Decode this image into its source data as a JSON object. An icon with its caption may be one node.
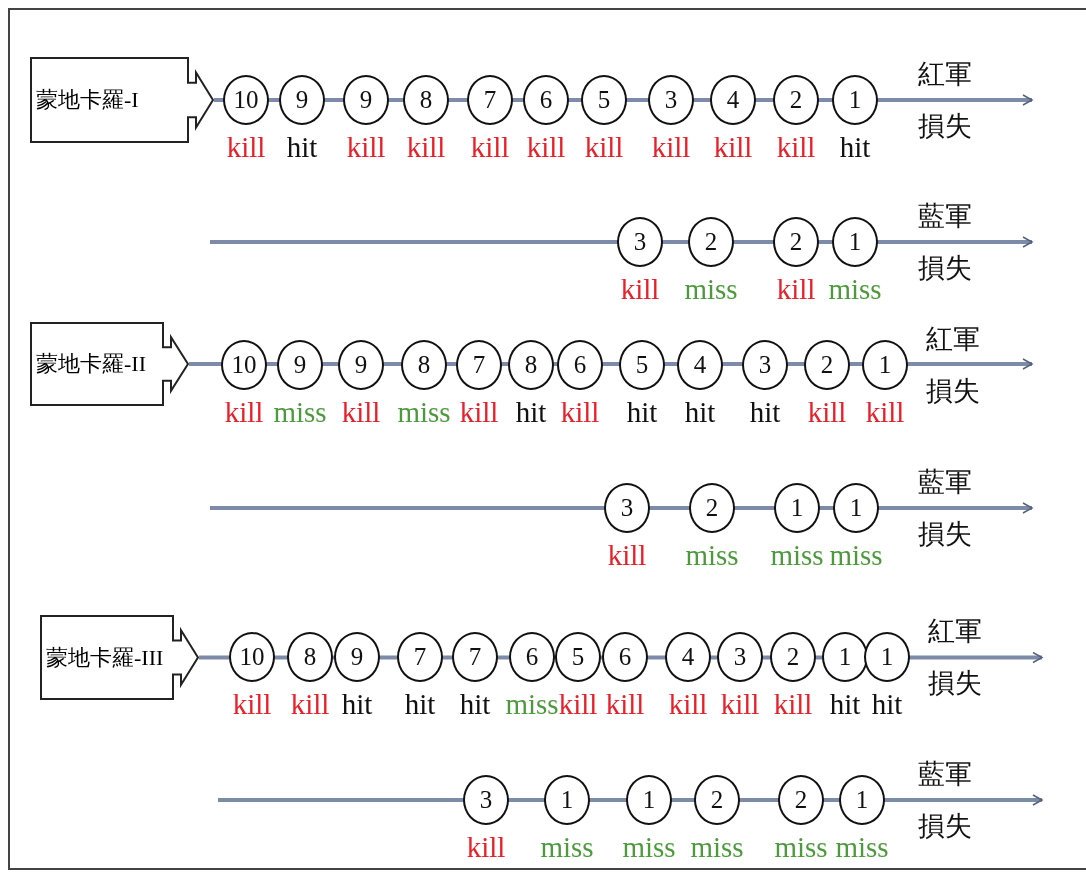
{
  "diagram": {
    "nodes": [
      {
        "text": [
          "蒙地卡羅-I"
        ]
      },
      {
        "text": [
          "10"
        ],
        "beside": [
          "kill"
        ]
      },
      {
        "text": [
          "9"
        ],
        "beside": [
          "hit"
        ]
      },
      {
        "text": [
          "9"
        ],
        "beside": [
          "kill"
        ]
      },
      {
        "text": [
          "8"
        ],
        "beside": [
          "kill"
        ]
      },
      {
        "text": [
          "7"
        ],
        "beside": [
          "kill"
        ]
      },
      {
        "text": [
          "6"
        ],
        "beside": [
          "kill"
        ]
      },
      {
        "text": [
          "5"
        ],
        "beside": [
          "kill"
        ]
      },
      {
        "text": [
          "3"
        ],
        "beside": [
          "kill"
        ]
      },
      {
        "text": [
          "4"
        ],
        "beside": [
          "kill"
        ]
      },
      {
        "text": [
          "2"
        ],
        "beside": [
          "kill"
        ]
      },
      {
        "text": [
          "1"
        ],
        "beside": [
          "hit"
        ]
      },
      {
        "text": [
          "3"
        ],
        "beside": [
          "kill"
        ]
      },
      {
        "text": [
          "2"
        ],
        "beside": [
          "miss"
        ]
      },
      {
        "text": [
          "2"
        ],
        "beside": [
          "kill"
        ]
      },
      {
        "text": [
          "1"
        ],
        "beside": [
          "miss"
        ]
      },
      {
        "text": [
          "蒙地卡羅-II"
        ]
      },
      {
        "text": [
          "10"
        ],
        "beside": [
          "kill"
        ]
      },
      {
        "text": [
          "9"
        ],
        "beside": [
          "miss"
        ]
      },
      {
        "text": [
          "9"
        ],
        "beside": [
          "kill"
        ]
      },
      {
        "text": [
          "8"
        ],
        "beside": [
          "miss"
        ]
      },
      {
        "text": [
          "7"
        ],
        "beside": [
          "kill"
        ]
      },
      {
        "text": [
          "8"
        ],
        "beside": [
          "hit"
        ]
      },
      {
        "text": [
          "6"
        ],
        "beside": [
          "kill"
        ]
      },
      {
        "text": [
          "5"
        ],
        "beside": [
          "hit"
        ]
      },
      {
        "text": [
          "4"
        ],
        "beside": [
          "hit"
        ]
      },
      {
        "text": [
          "3"
        ],
        "beside": [
          "hit"
        ]
      },
      {
        "text": [
          "2"
        ],
        "beside": [
          "kill"
        ]
      },
      {
        "text": [
          "1"
        ],
        "beside": [
          "kill"
        ]
      },
      {
        "text": [
          "3"
        ],
        "beside": [
          "kill"
        ]
      },
      {
        "text": [
          "2"
        ],
        "beside": [
          "miss"
        ]
      },
      {
        "text": [
          "1"
        ],
        "beside": [
          "miss"
        ]
      },
      {
        "text": [
          "1"
        ],
        "beside": [
          "miss"
        ]
      },
      {
        "text": [
          "蒙地卡羅-III"
        ]
      },
      {
        "text": [
          "10"
        ],
        "beside": [
          "kill"
        ]
      },
      {
        "text": [
          "8"
        ],
        "beside": [
          "kill"
        ]
      },
      {
        "text": [
          "9"
        ],
        "beside": [
          "hit"
        ]
      },
      {
        "text": [
          "7"
        ],
        "beside": [
          "hit"
        ]
      },
      {
        "text": [
          "7"
        ],
        "beside": [
          "hit"
        ]
      },
      {
        "text": [
          "6"
        ],
        "beside": [
          "miss"
        ]
      },
      {
        "text": [
          "5"
        ],
        "beside": [
          "kill"
        ]
      },
      {
        "text": [
          "6"
        ],
        "beside": [
          "kill"
        ]
      },
      {
        "text": [
          "4"
        ],
        "beside": [
          "kill"
        ]
      },
      {
        "text": [
          "3"
        ],
        "beside": [
          "kill"
        ]
      },
      {
        "text": [
          "2"
        ],
        "beside": [
          "kill"
        ]
      },
      {
        "text": [
          "1"
        ],
        "beside": [
          "hit"
        ]
      },
      {
        "text": [
          "1"
        ],
        "beside": [
          "hit"
        ]
      },
      {
        "text": [
          "3"
        ],
        "beside": [
          "kill"
        ]
      },
      {
        "text": [
          "1"
        ],
        "beside": [
          "miss"
        ]
      },
      {
        "text": [
          "1"
        ],
        "beside": [
          "miss"
        ]
      },
      {
        "text": [
          "2"
        ],
        "beside": [
          "miss"
        ]
      },
      {
        "text": [
          "2"
        ],
        "beside": [
          "miss"
        ]
      },
      {
        "text": [
          "1"
        ],
        "beside": [
          "miss"
        ]
      }
    ],
    "edges": [
      {
        "from": 0,
        "to": null,
        "arrow": "to"
      },
      {
        "from": 16,
        "to": null,
        "arrow": "to"
      },
      {
        "from": 33,
        "to": null,
        "arrow": "to"
      }
    ],
    "labels": [
      "紅軍損失",
      "藍軍損失",
      "紅軍損失",
      "藍軍損失",
      "紅軍損失",
      "藍軍損失"
    ]
  }
}
